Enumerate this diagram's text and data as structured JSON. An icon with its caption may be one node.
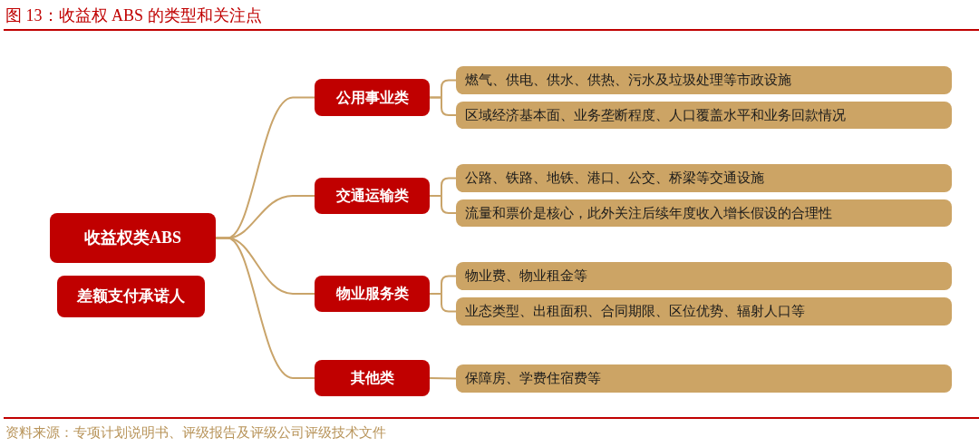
{
  "diagram": {
    "title": "图 13：收益权 ABS 的类型和关注点",
    "nodes": [
      {
        "text": [
          "收益权类ABS"
        ]
      },
      {
        "text": [
          "差额支付承诺人"
        ]
      },
      {
        "text": [
          "公用事业类"
        ]
      },
      {
        "text": [
          "交通运输类"
        ]
      },
      {
        "text": [
          "物业服务类"
        ]
      },
      {
        "text": [
          "其他类"
        ]
      },
      {
        "text": [
          "燃气、供电、供水、供热、污水及垃圾处理等市政设施"
        ]
      },
      {
        "text": [
          "区域经济基本面、业务垄断程度、人口覆盖水平和业务回款情况"
        ]
      },
      {
        "text": [
          "公路、铁路、地铁、港口、公交、桥梁等交通设施"
        ]
      },
      {
        "text": [
          "流量和票价是核心，此外关注后续年度收入增长假设的合理性"
        ]
      },
      {
        "text": [
          "物业费、物业租金等"
        ]
      },
      {
        "text": [
          "业态类型、出租面积、合同期限、区位优势、辐射人口等"
        ]
      },
      {
        "text": [
          "保障房、学费住宿费等"
        ]
      }
    ],
    "edges": [
      {
        "from": 0,
        "to": 2,
        "arrow": "none"
      },
      {
        "from": 0,
        "to": 3,
        "arrow": "none"
      },
      {
        "from": 0,
        "to": 4,
        "arrow": "none"
      },
      {
        "from": 0,
        "to": 5,
        "arrow": "none"
      },
      {
        "from": 2,
        "to": 6,
        "arrow": "none"
      },
      {
        "from": 2,
        "to": 7,
        "arrow": "none"
      },
      {
        "from": 3,
        "to": 8,
        "arrow": "none"
      },
      {
        "from": 3,
        "to": 9,
        "arrow": "none"
      },
      {
        "from": 4,
        "to": 10,
        "arrow": "none"
      },
      {
        "from": 4,
        "to": 11,
        "arrow": "none"
      },
      {
        "from": 5,
        "to": 12,
        "arrow": "none"
      }
    ],
    "caption": "资料来源：专项计划说明书、评级报告及评级公司评级技术文件"
  }
}
